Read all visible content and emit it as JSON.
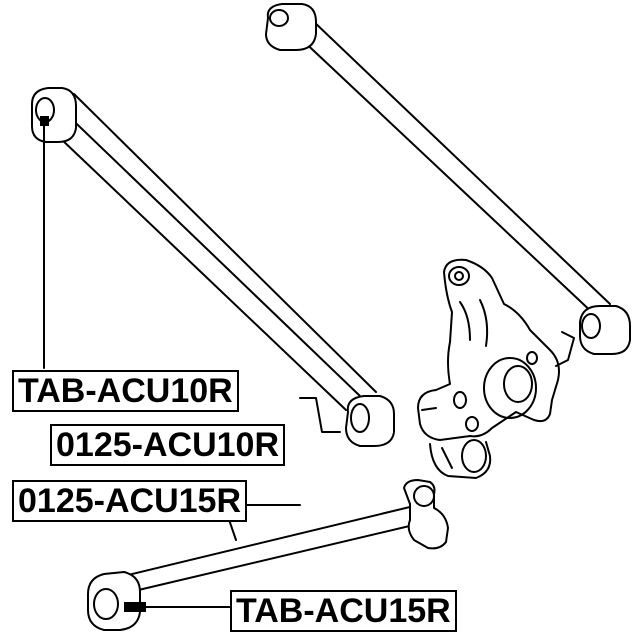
{
  "labels": {
    "tab_acu10r": "TAB-ACU10R",
    "p0125_acu10r": "0125-ACU10R",
    "p0125_acu15r": "0125-ACU15R",
    "tab_acu15r": "TAB-ACU15R"
  },
  "colors": {
    "line": "#000000",
    "background": "#ffffff",
    "bushing": "#000000"
  }
}
